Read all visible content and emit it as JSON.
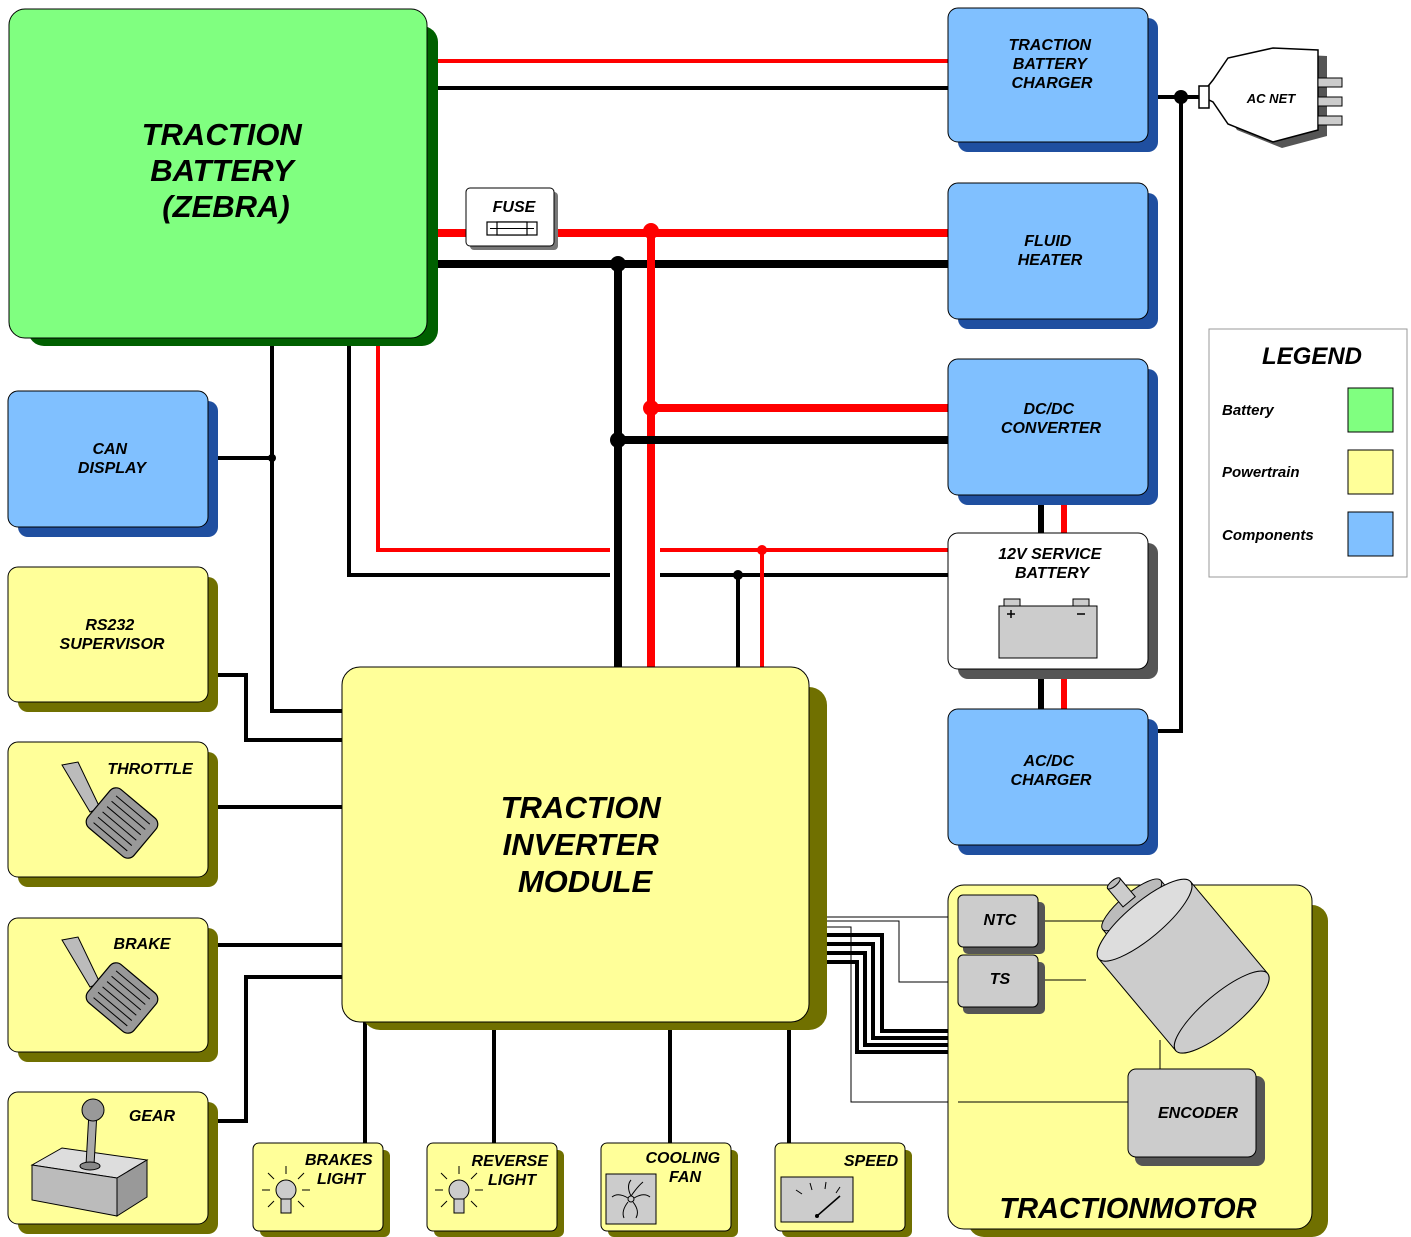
{
  "blocks": {
    "traction_battery": [
      "TRACTION",
      "BATTERY",
      "(ZEBRA)"
    ],
    "traction_battery_charger": [
      "TRACTION",
      "BATTERY",
      "CHARGER"
    ],
    "ac_net": "AC NET",
    "fuse": "FUSE",
    "fluid_heater": [
      "FLUID",
      "HEATER"
    ],
    "dcdc_converter": [
      "DC/DC",
      "CONVERTER"
    ],
    "service_battery": [
      "12V SERVICE",
      "BATTERY"
    ],
    "acdc_charger": [
      "AC/DC",
      "CHARGER"
    ],
    "can_display": [
      "CAN",
      "DISPLAY"
    ],
    "rs232_supervisor": [
      "RS232",
      "SUPERVISOR"
    ],
    "throttle": "THROTTLE",
    "brake": "BRAKE",
    "gear": "GEAR",
    "traction_inverter": [
      "TRACTION",
      "INVERTER",
      "MODULE"
    ],
    "brakes_light": [
      "BRAKES",
      "LIGHT"
    ],
    "reverse_light": [
      "REVERSE",
      "LIGHT"
    ],
    "cooling_fan": [
      "COOLING",
      "FAN"
    ],
    "speed": "SPEED",
    "ntc": "NTC",
    "ts": "TS",
    "encoder": "ENCODER",
    "traction_motor": "TRACTIONMOTOR"
  },
  "legend": {
    "title": "LEGEND",
    "items": [
      {
        "label": "Battery",
        "color": "#80ff80"
      },
      {
        "label": "Powertrain",
        "color": "#ffff99"
      },
      {
        "label": "Components",
        "color": "#80c0ff"
      }
    ]
  },
  "colors": {
    "battery": "#80ff80",
    "powertrain": "#ffff99",
    "components": "#80c0ff",
    "positive_wire": "#ff0000",
    "negative_wire": "#000000"
  }
}
